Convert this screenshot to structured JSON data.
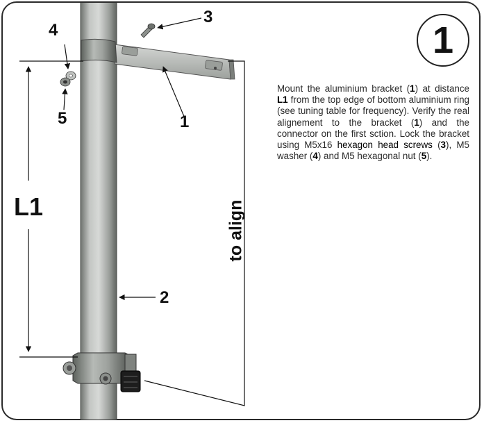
{
  "step": {
    "number": "1"
  },
  "callouts": {
    "bracket": "1",
    "tube": "2",
    "screw": "3",
    "washer": "4",
    "nut": "5",
    "distance": "L1",
    "align": "to align"
  },
  "instructions": {
    "t1": "Mount the aluminium bracket (",
    "r1": "1",
    "t2": ") at distance ",
    "r2": "L1",
    "t3": " from the top edge of bottom aluminium ring (see tuning table for frequency). Verify the real alignement to the bracket (",
    "r3": "1",
    "t4": ") and the connector on the first sction. Lock the bracket using M5x16 ",
    "h1": "hexagon head screws",
    "t5": " (",
    "r4": "3",
    "t6": "), M5 washer (",
    "r5": "4",
    "t7": ") and M5 hexagonal nut (",
    "r6": "5",
    "t8": ")."
  },
  "colors": {
    "frame": "#2a2a2a",
    "pipe_light": "#c9ccc9",
    "pipe_dark": "#8f938f",
    "text": "#2a2a2a"
  }
}
